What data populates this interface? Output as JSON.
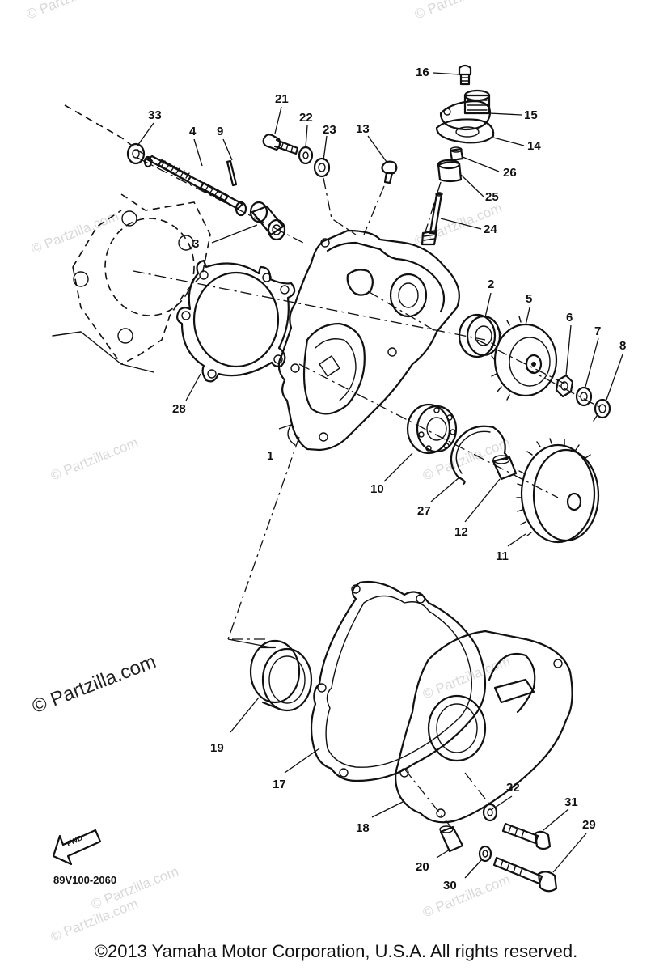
{
  "callouts": [
    {
      "id": "1",
      "text": "1"
    },
    {
      "id": "2",
      "text": "2"
    },
    {
      "id": "3",
      "text": "3"
    },
    {
      "id": "4",
      "text": "4"
    },
    {
      "id": "5",
      "text": "5"
    },
    {
      "id": "6",
      "text": "6"
    },
    {
      "id": "7",
      "text": "7"
    },
    {
      "id": "8",
      "text": "8"
    },
    {
      "id": "9",
      "text": "9"
    },
    {
      "id": "10",
      "text": "10"
    },
    {
      "id": "11",
      "text": "11"
    },
    {
      "id": "12",
      "text": "12"
    },
    {
      "id": "13",
      "text": "13"
    },
    {
      "id": "14",
      "text": "14"
    },
    {
      "id": "15",
      "text": "15"
    },
    {
      "id": "16",
      "text": "16"
    },
    {
      "id": "17",
      "text": "17"
    },
    {
      "id": "18",
      "text": "18"
    },
    {
      "id": "19",
      "text": "19"
    },
    {
      "id": "20",
      "text": "20"
    },
    {
      "id": "21",
      "text": "21"
    },
    {
      "id": "22",
      "text": "22"
    },
    {
      "id": "23",
      "text": "23"
    },
    {
      "id": "24",
      "text": "24"
    },
    {
      "id": "25",
      "text": "25"
    },
    {
      "id": "26",
      "text": "26"
    },
    {
      "id": "27",
      "text": "27"
    },
    {
      "id": "28",
      "text": "28"
    },
    {
      "id": "29",
      "text": "29"
    },
    {
      "id": "30",
      "text": "30"
    },
    {
      "id": "31",
      "text": "31"
    },
    {
      "id": "32",
      "text": "32"
    },
    {
      "id": "33",
      "text": "33"
    }
  ],
  "fwd_marker": "FWD",
  "diagram_code": "89V100-2060",
  "watermark_big": "© Partzilla.com",
  "watermark_small": "© Partzilla.com",
  "copyright": "©2013 Yamaha Motor Corporation, U.S.A. All rights reserved."
}
